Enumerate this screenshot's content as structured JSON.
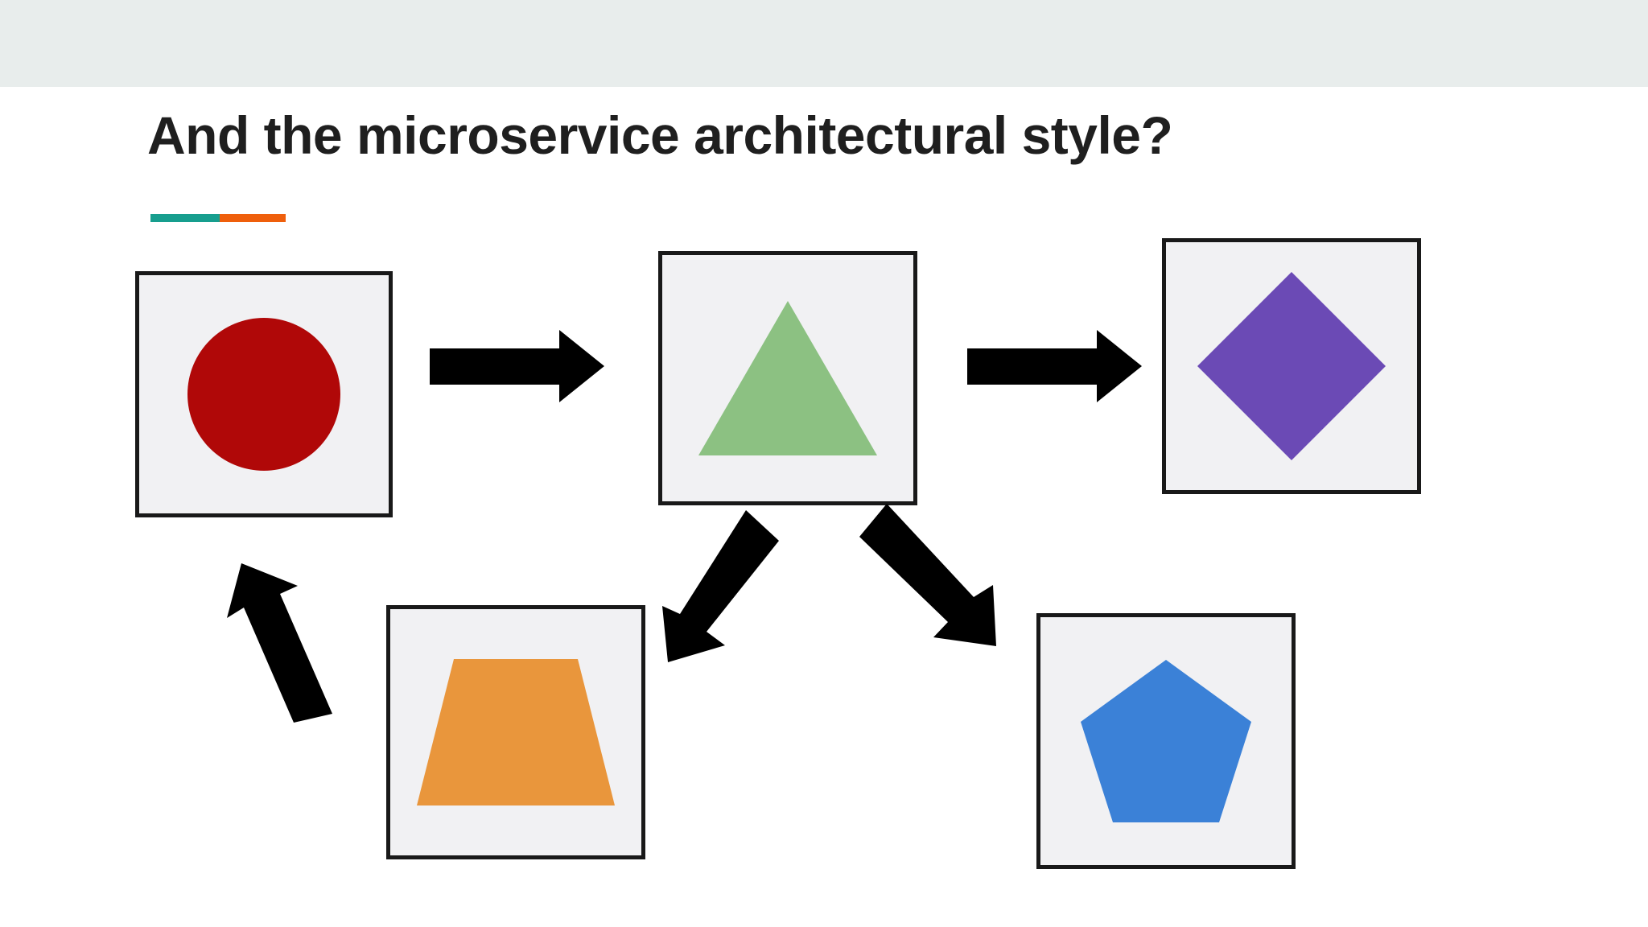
{
  "slide": {
    "title": "And the microservice architectural style?",
    "background_color": "#ffffff",
    "header_band_color": "#e8edec",
    "title_color": "#1f1f1f"
  },
  "accent_bar": {
    "teal_color": "#179e8e",
    "orange_color": "#ef5f0c"
  },
  "diagram": {
    "box_fill": "#f1f1f3",
    "box_border": "#191919",
    "arrow_color": "#000000",
    "nodes": [
      {
        "id": "circle",
        "shape": "circle",
        "label": "",
        "fill": "#b00808",
        "position": "top-left"
      },
      {
        "id": "triangle",
        "shape": "triangle",
        "label": "",
        "fill": "#8cc182",
        "position": "top-center"
      },
      {
        "id": "diamond",
        "shape": "diamond",
        "label": "",
        "fill": "#6b4ab5",
        "position": "top-right"
      },
      {
        "id": "trapezoid",
        "shape": "trapezoid",
        "label": "",
        "fill": "#e9963c",
        "position": "bottom-left"
      },
      {
        "id": "pentagon",
        "shape": "pentagon",
        "label": "",
        "fill": "#3b81d7",
        "position": "bottom-right"
      }
    ],
    "arrows": [
      {
        "id": "circle-to-triangle",
        "from": "circle",
        "to": "triangle",
        "direction": "right"
      },
      {
        "id": "triangle-to-diamond",
        "from": "triangle",
        "to": "diamond",
        "direction": "right"
      },
      {
        "id": "triangle-to-trapezoid",
        "from": "triangle",
        "to": "trapezoid",
        "direction": "down-left"
      },
      {
        "id": "triangle-to-pentagon",
        "from": "triangle",
        "to": "pentagon",
        "direction": "down-right"
      },
      {
        "id": "trapezoid-to-circle",
        "from": "trapezoid",
        "to": "circle",
        "direction": "up-left"
      }
    ]
  }
}
